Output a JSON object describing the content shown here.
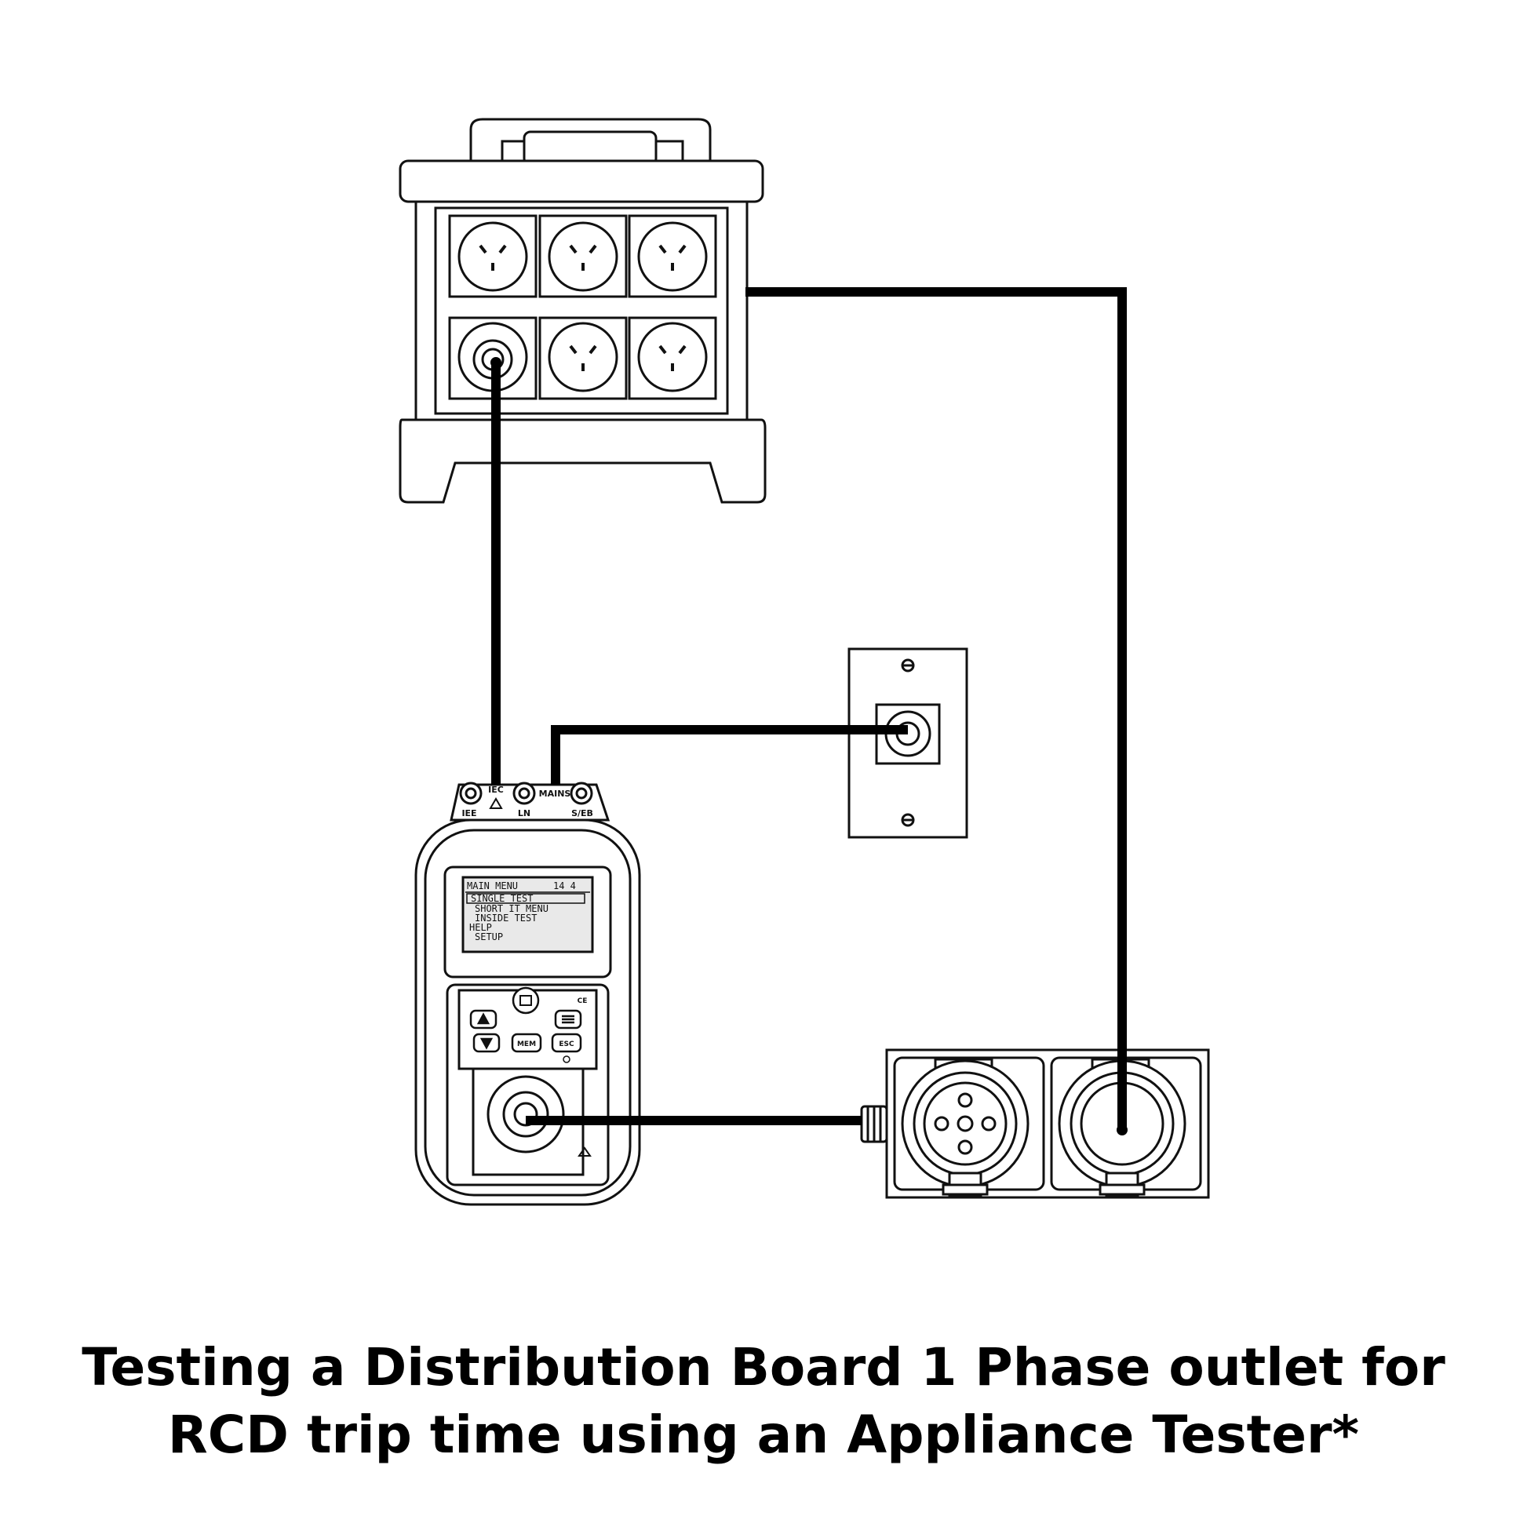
{
  "caption": {
    "line1": "Testing a Distribution Board 1 Phase outlet for",
    "line2": "RCD trip time using an Appliance Tester*"
  },
  "tester": {
    "ports": {
      "iec_top": "IEC",
      "iee": "IEE",
      "ln": "LN",
      "mains": "MAINS",
      "seb": "S/EB"
    },
    "screen_lines": [
      "MAIN MENU",
      "SINGLE TEST",
      "SHORT IT MENU",
      "INSIDE TEST",
      "HELP",
      "SETUP"
    ],
    "screen_status": "14 4",
    "keys": {
      "mem": "MEM",
      "esc": "ESC"
    },
    "ce_mark": "CE"
  }
}
